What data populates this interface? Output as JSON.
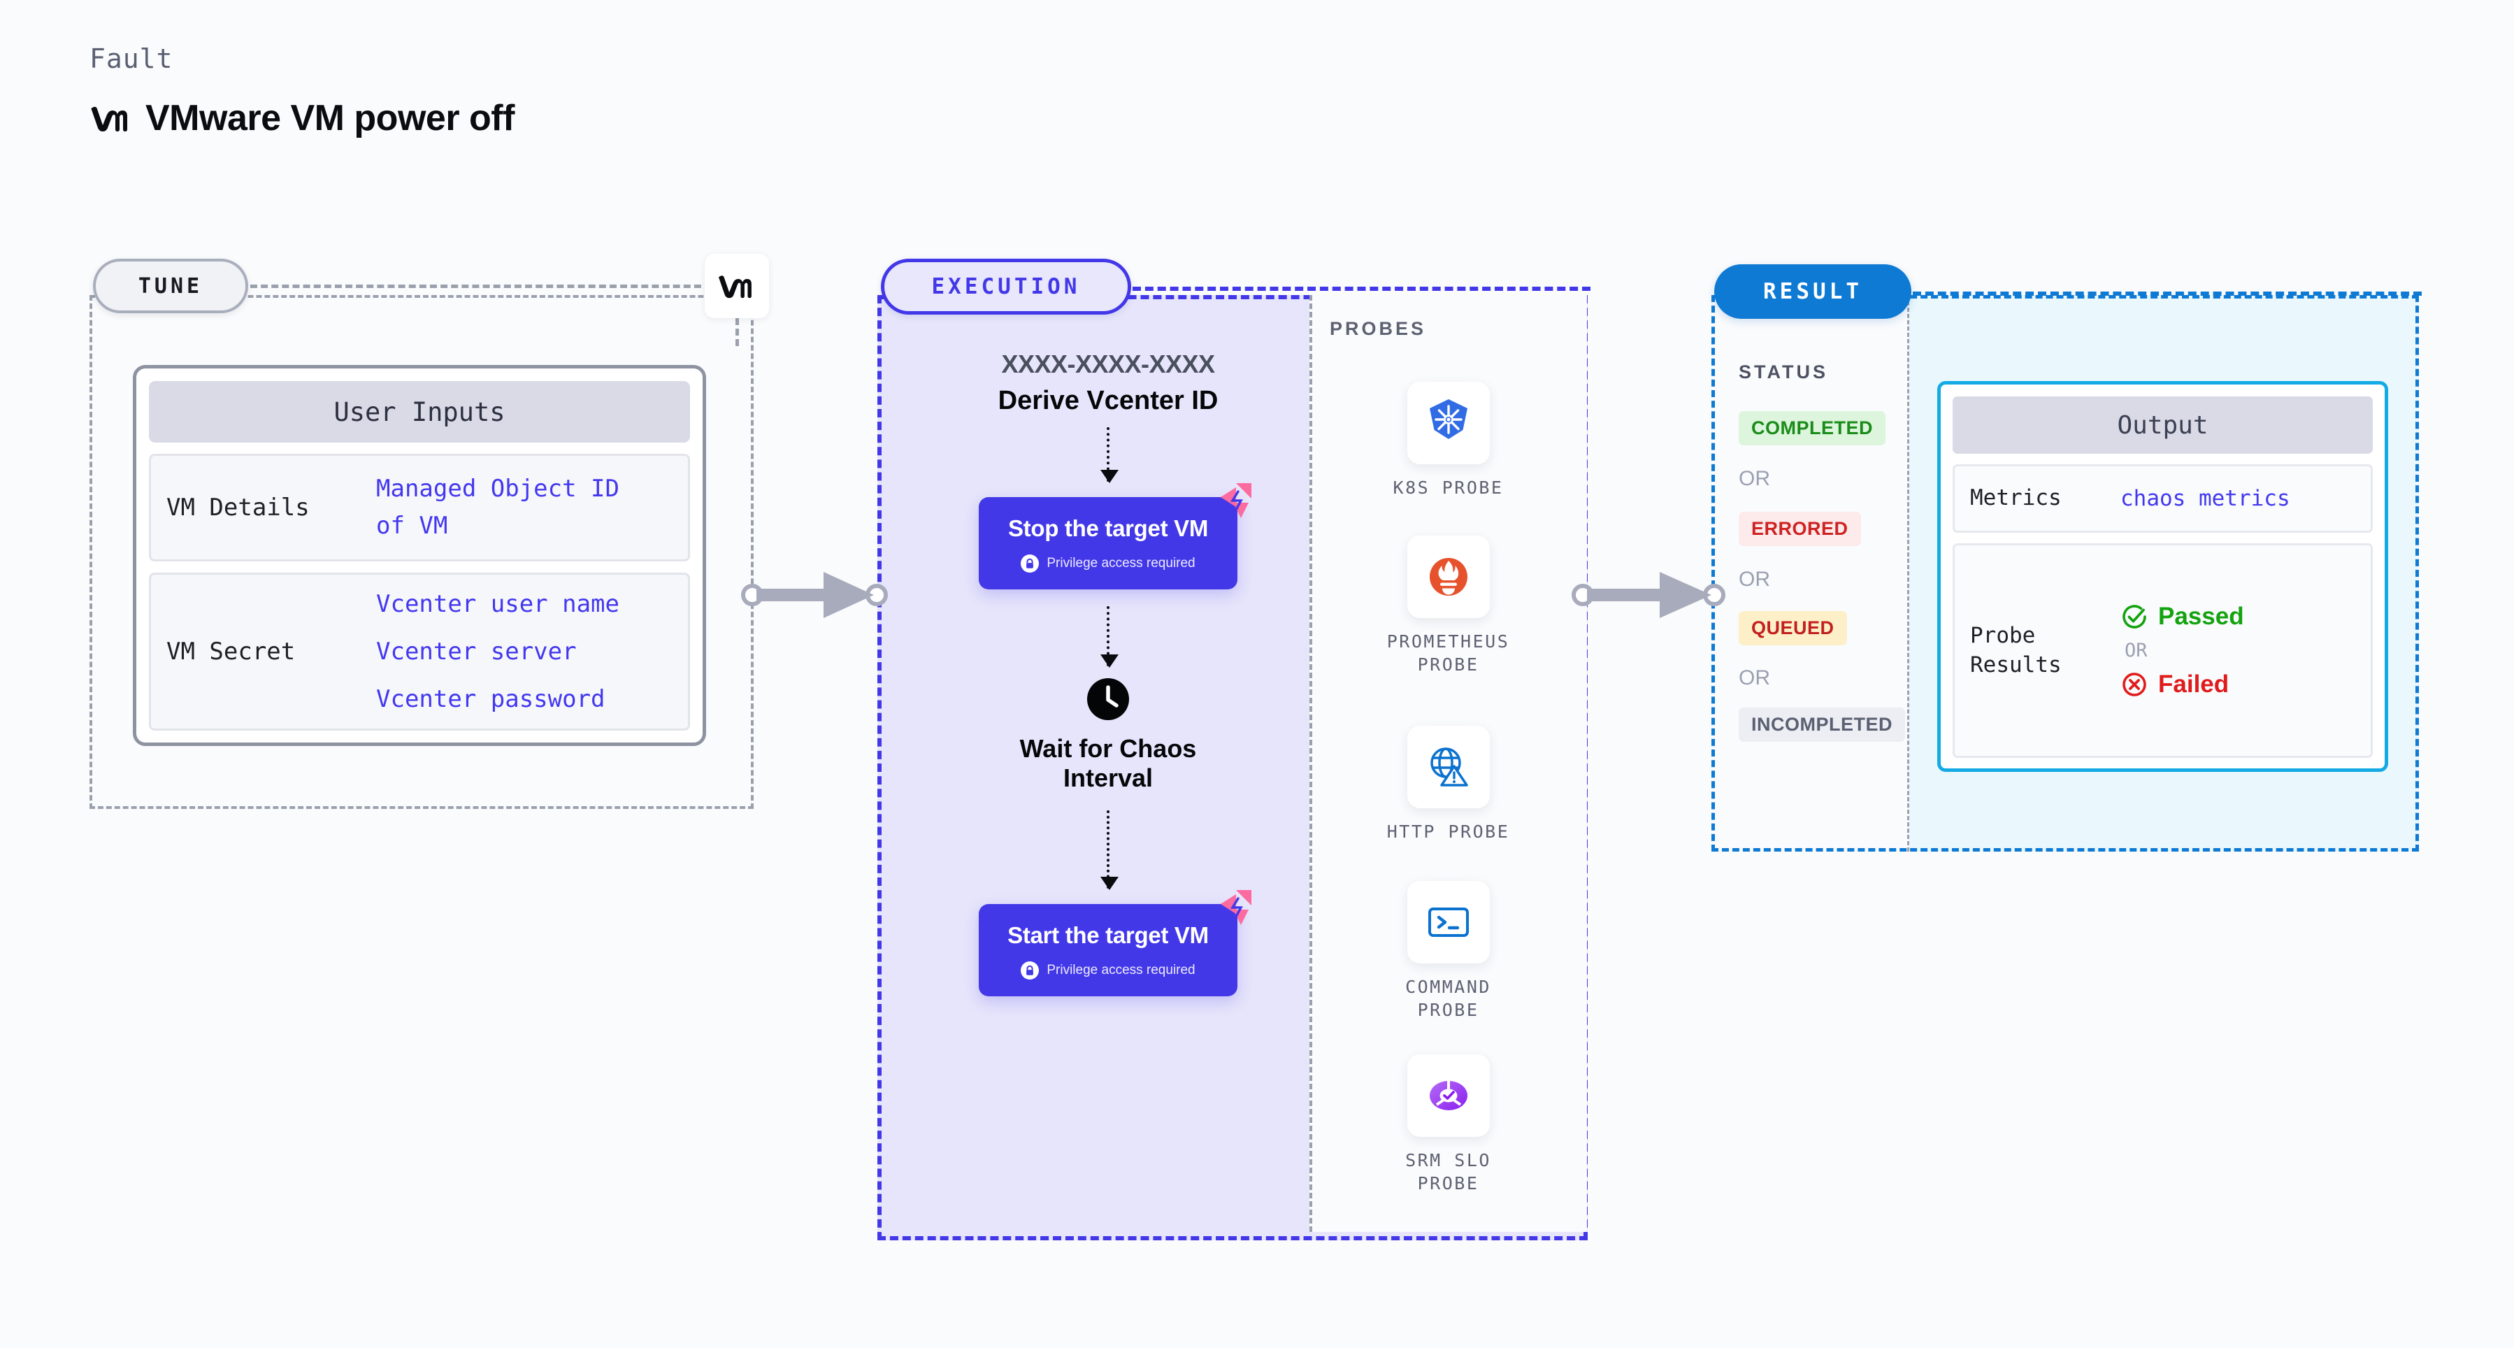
{
  "header": {
    "eyebrow": "Fault",
    "title": "VMware VM power off",
    "logo_icon": "vmware-vm-logo"
  },
  "tune": {
    "pill_label": "TUNE",
    "badge_icon": "vmware-vm-logo",
    "card_title": "User Inputs",
    "rows": [
      {
        "key": "VM Details",
        "values": [
          "Managed Object ID",
          "of VM"
        ]
      },
      {
        "key": "VM Secret",
        "values": [
          "Vcenter user name",
          "Vcenter server",
          "Vcenter password"
        ]
      }
    ]
  },
  "execution": {
    "pill_label": "EXECUTION",
    "derive_id": "XXXX-XXXX-XXXX",
    "derive_label": "Derive Vcenter ID",
    "step_stop": {
      "title": "Stop the target VM",
      "privilege": "Privilege access required",
      "privilege_icon": "lock-icon",
      "badge_icon": "litmus-chaos-icon"
    },
    "wait": {
      "icon": "clock-icon",
      "line1": "Wait for Chaos",
      "line2": "Interval"
    },
    "step_start": {
      "title": "Start the target VM",
      "privilege": "Privilege access required",
      "privilege_icon": "lock-icon",
      "badge_icon": "litmus-chaos-icon"
    }
  },
  "probes": {
    "title": "PROBES",
    "items": [
      {
        "label": "K8S PROBE",
        "icon": "kubernetes-icon"
      },
      {
        "label": "PROMETHEUS PROBE",
        "icon": "prometheus-icon"
      },
      {
        "label": "HTTP PROBE",
        "icon": "http-globe-warning-icon"
      },
      {
        "label": "COMMAND PROBE",
        "icon": "terminal-prompt-icon"
      },
      {
        "label": "SRM SLO PROBE",
        "icon": "srm-slo-donut-check-icon"
      }
    ]
  },
  "result": {
    "pill_label": "RESULT",
    "status_label": "STATUS",
    "or_label": "OR",
    "statuses": [
      {
        "label": "COMPLETED",
        "bg": "#ddf5dd",
        "fg": "#1a8c1a"
      },
      {
        "label": "ERRORED",
        "bg": "#fdeaea",
        "fg": "#cf2222"
      },
      {
        "label": "QUEUED",
        "bg": "#fdf0c8",
        "fg": "#c22020"
      },
      {
        "label": "INCOMPLETED",
        "bg": "#eceef3",
        "fg": "#5a6072"
      }
    ],
    "output": {
      "title": "Output",
      "metrics_key": "Metrics",
      "metrics_value": "chaos metrics",
      "probe_results_key": "Probe Results",
      "passed_label": "Passed",
      "passed_icon": "check-circle-icon",
      "or_label": "OR",
      "failed_label": "Failed",
      "failed_icon": "x-circle-icon"
    }
  },
  "colors": {
    "accent_violet": "#4338e8",
    "accent_blue": "#0f7ad4",
    "accent_cyan": "#14aae4",
    "pink_badge": "#fb6ba0",
    "k8s_blue": "#326ce5",
    "prometheus_orange": "#e6522c"
  }
}
